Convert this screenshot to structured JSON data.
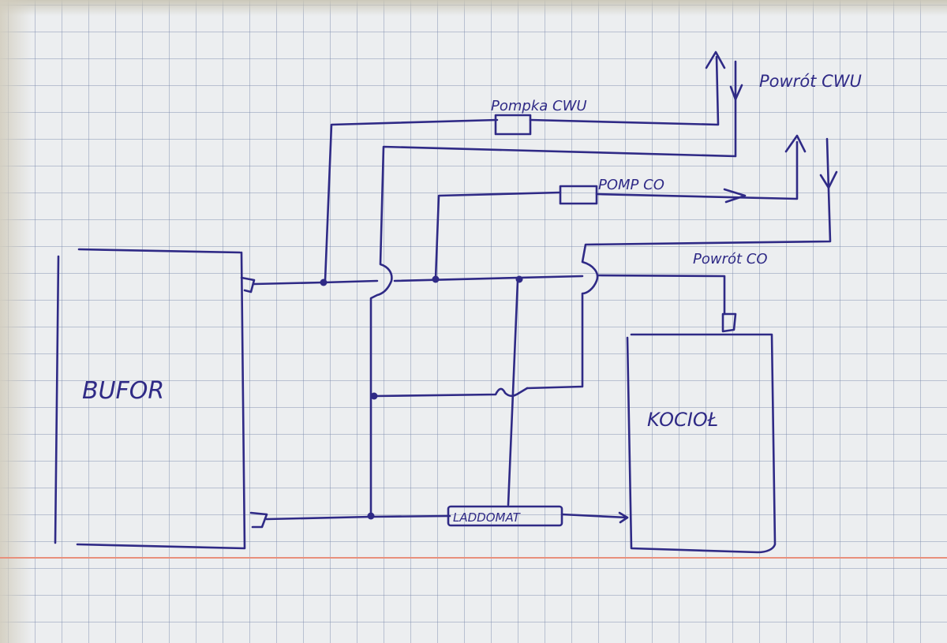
{
  "labels": {
    "bufor": "BUFOR",
    "kociol": "KOCIOŁ",
    "pompka_cwu": "Pompka CWU",
    "powrot_cwu": "Powrót CWU",
    "pomp_co": "POMP CO",
    "powrot_co": "Powrót CO",
    "laddomat": "LADDOMAT"
  },
  "colors": {
    "ink": "#2f2a86",
    "paper": "#eceef0",
    "grid": "#8c98b8",
    "margin_line": "#e8907c"
  }
}
